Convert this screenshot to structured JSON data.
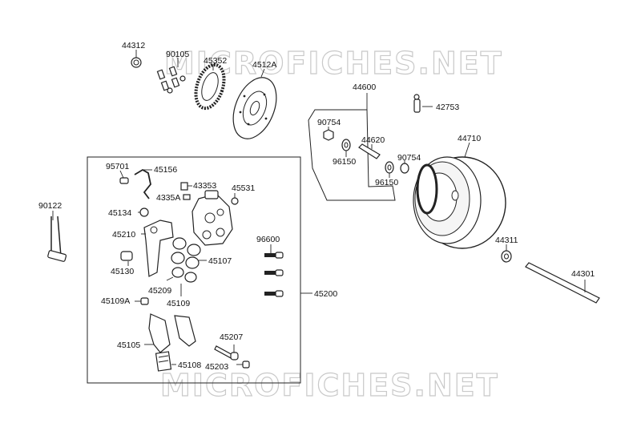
{
  "watermark": "MICROFICHES.NET",
  "labels": {
    "p44312": "44312",
    "p90105": "90105",
    "p45352": "45352",
    "p4512A": "4512A",
    "p44600": "44600",
    "p42753": "42753",
    "p90754a": "90754",
    "p44620": "44620",
    "p44710": "44710",
    "p96150a": "96150",
    "p90754b": "90754",
    "p96150b": "96150",
    "p95701": "95701",
    "p45156": "45156",
    "p43353": "43353",
    "p4335A": "4335A",
    "p45531": "45531",
    "p90122": "90122",
    "p45134": "45134",
    "p96600": "96600",
    "p45210": "45210",
    "p44311": "44311",
    "p45107": "45107",
    "p45130": "45130",
    "p44301": "44301",
    "p45209": "45209",
    "p45200": "45200",
    "p45109A": "45109A",
    "p45109": "45109",
    "p45207": "45207",
    "p45105": "45105",
    "p45108": "45108",
    "p45203": "45203"
  }
}
